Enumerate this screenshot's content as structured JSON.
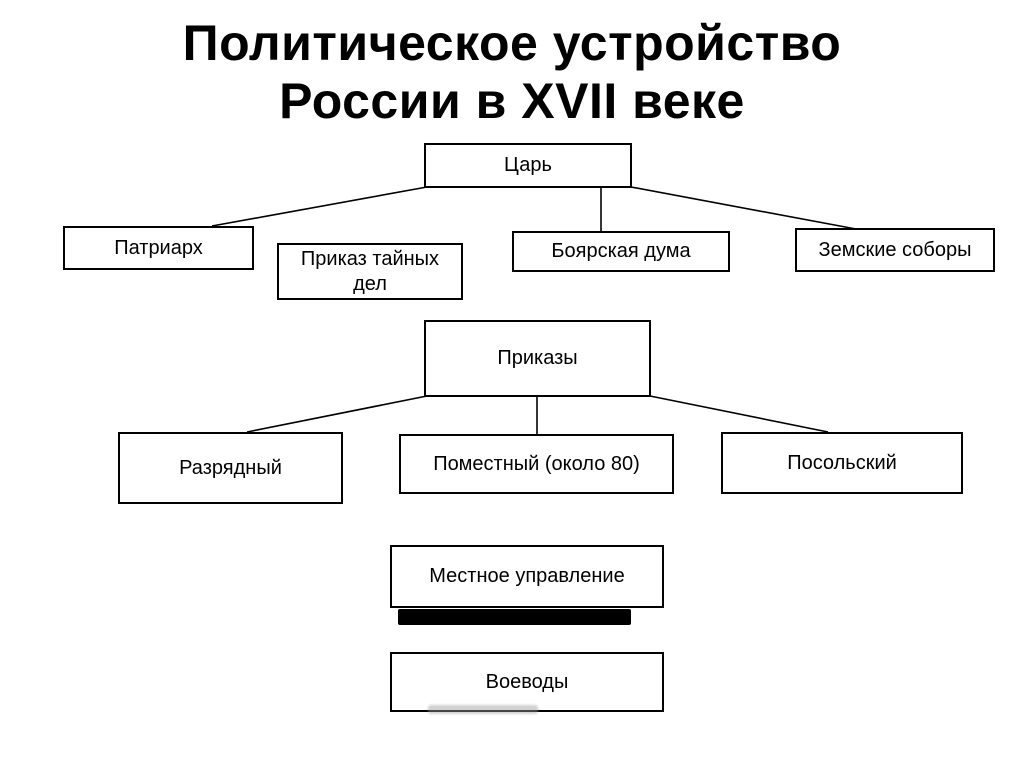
{
  "title": {
    "line1": "Политическое устройство",
    "line2": "России в XVII веке"
  },
  "nodes": {
    "tsar": "Царь",
    "patriarch": "Патриарх",
    "secret_prikaz": "Приказ тайных дел",
    "boyar_duma": "Боярская дума",
    "zemskie_sobory": "Земские соборы",
    "prikazy": "Приказы",
    "razryadny": "Разрядный",
    "pomestny": "Поместный (около 80)",
    "posolsky": "Посольский",
    "mestnoe_upravlenie": "Местное управление",
    "voevody": "Воеводы"
  },
  "edges": [
    {
      "from": "tsar",
      "to": "patriarch"
    },
    {
      "from": "tsar",
      "to": "boyar_duma"
    },
    {
      "from": "tsar",
      "to": "zemskie_sobory"
    },
    {
      "from": "prikazy",
      "to": "razryadny"
    },
    {
      "from": "prikazy",
      "to": "pomestny"
    },
    {
      "from": "prikazy",
      "to": "posolsky"
    }
  ],
  "colors": {
    "background": "#ffffff",
    "line": "#000000",
    "text": "#000000"
  }
}
